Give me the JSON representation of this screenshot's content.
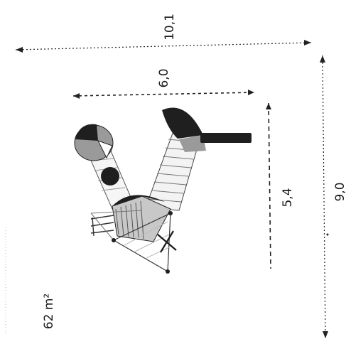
{
  "labels": {
    "area": "62 m²",
    "width_outer": "10,1",
    "depth_outer": "9,0",
    "width_inner": "6,0",
    "depth_inner": "5,4"
  },
  "colors": {
    "line": "#1a1a1a",
    "dark_fill": "#1f1f1f",
    "mid_fill": "#8c8c8c",
    "light_fill": "#c8c8c8",
    "background": "#ffffff"
  }
}
